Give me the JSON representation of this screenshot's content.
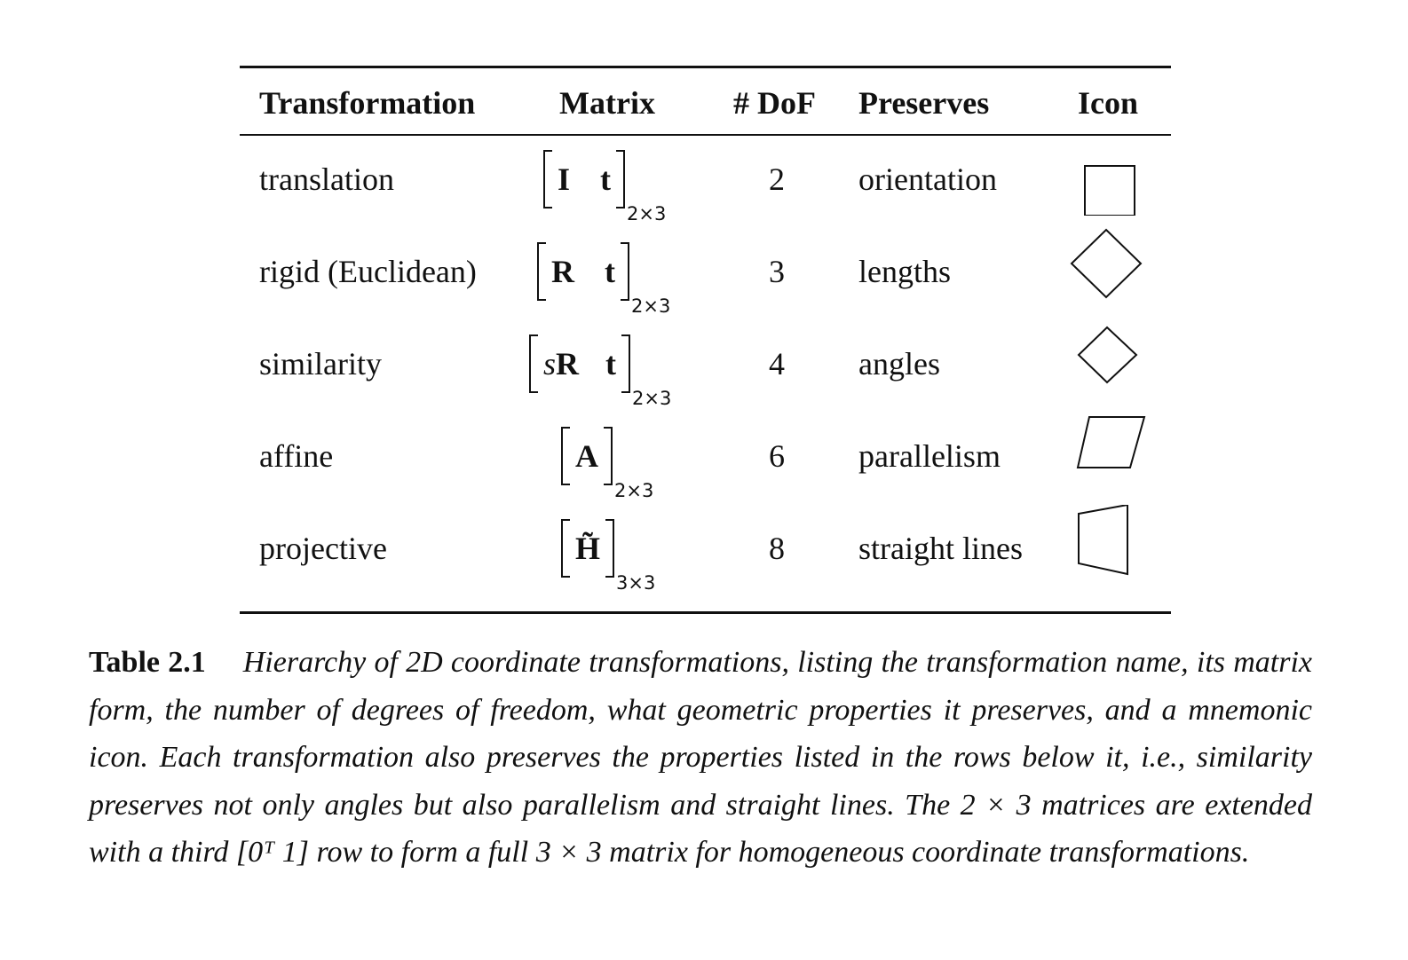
{
  "table": {
    "headers": {
      "transformation": "Transformation",
      "matrix": "Matrix",
      "dof": "# DoF",
      "preserves": "Preserves",
      "icon": "Icon"
    },
    "rows": [
      {
        "name": "translation",
        "matrix_a": "I",
        "matrix_b": "t",
        "size": "2×3",
        "dof": "2",
        "preserves": "orientation",
        "icon": "square-icon"
      },
      {
        "name": "rigid (Euclidean)",
        "matrix_a": "R",
        "matrix_b": "t",
        "size": "2×3",
        "dof": "3",
        "preserves": "lengths",
        "icon": "rotated-square-icon"
      },
      {
        "name": "similarity",
        "matrix_s": "s",
        "matrix_a": "R",
        "matrix_b": "t",
        "size": "2×3",
        "dof": "4",
        "preserves": "angles",
        "icon": "small-rotated-square-icon"
      },
      {
        "name": "affine",
        "matrix_a": "A",
        "size": "2×3",
        "dof": "6",
        "preserves": "parallelism",
        "icon": "parallelogram-icon"
      },
      {
        "name": "projective",
        "matrix_a": "H̃",
        "size": "3×3",
        "dof": "8",
        "preserves": "straight lines",
        "icon": "trapezoid-icon"
      }
    ]
  },
  "caption": {
    "label": "Table 2.1",
    "text": "Hierarchy of 2D coordinate transformations, listing the transformation name, its matrix form, the number of degrees of freedom, what geometric properties it preserves, and a mnemonic icon. Each transformation also preserves the properties listed in the rows below it, i.e., similarity preserves not only angles but also parallelism and straight lines. The 2 × 3 matrices are extended with a third [0ᵀ 1] row to form a full 3 × 3 matrix for homogeneous coordinate transformations."
  }
}
